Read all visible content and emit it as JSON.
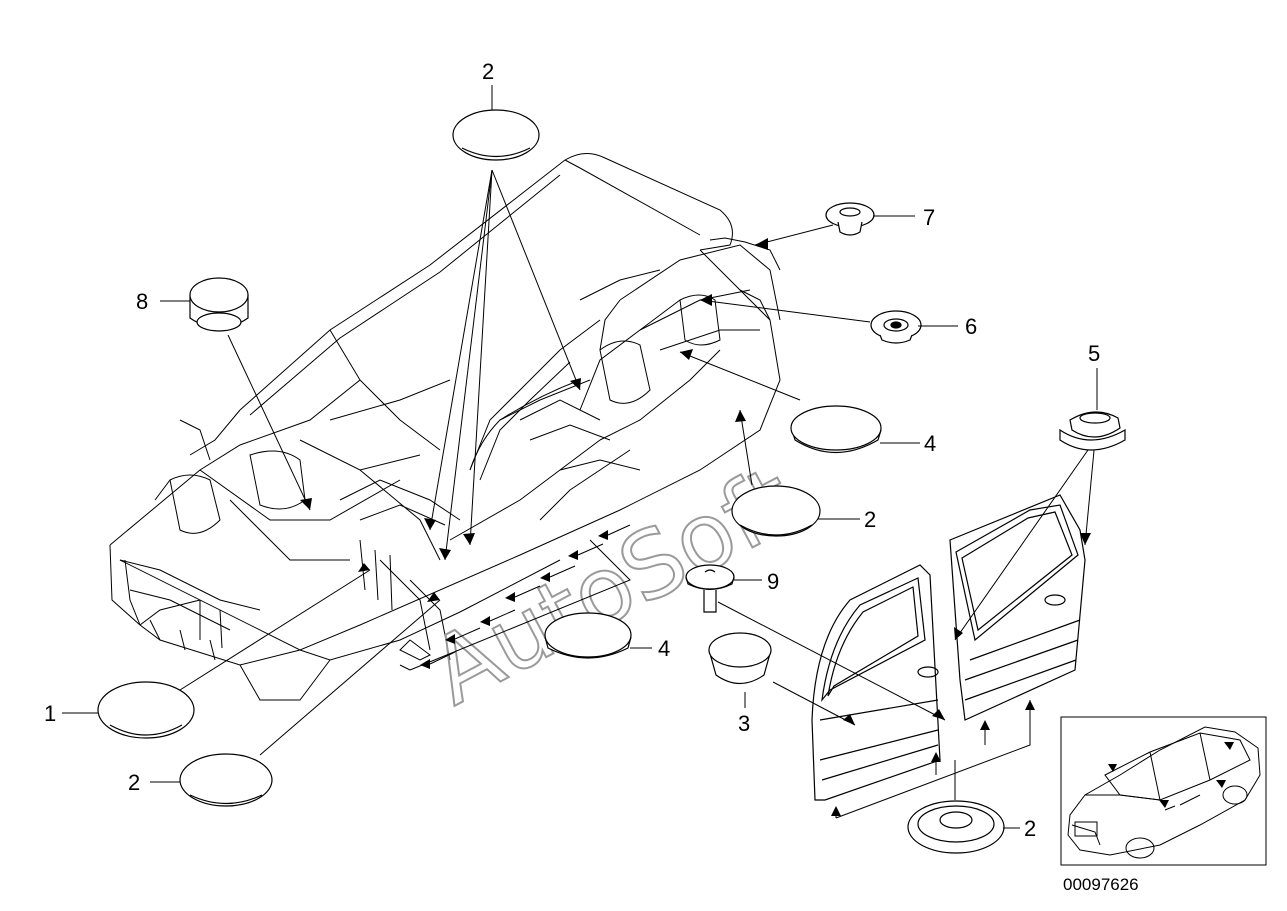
{
  "callouts": {
    "c2_top": "2",
    "c7": "7",
    "c8": "8",
    "c6": "6",
    "c5": "5",
    "c4_right": "4",
    "c2_mid": "2",
    "c9": "9",
    "c4_low": "4",
    "c3": "3",
    "c1": "1",
    "c2_left": "2",
    "c2_bottom": "2"
  },
  "image_code": "00097626",
  "watermark": "AutoSoft"
}
